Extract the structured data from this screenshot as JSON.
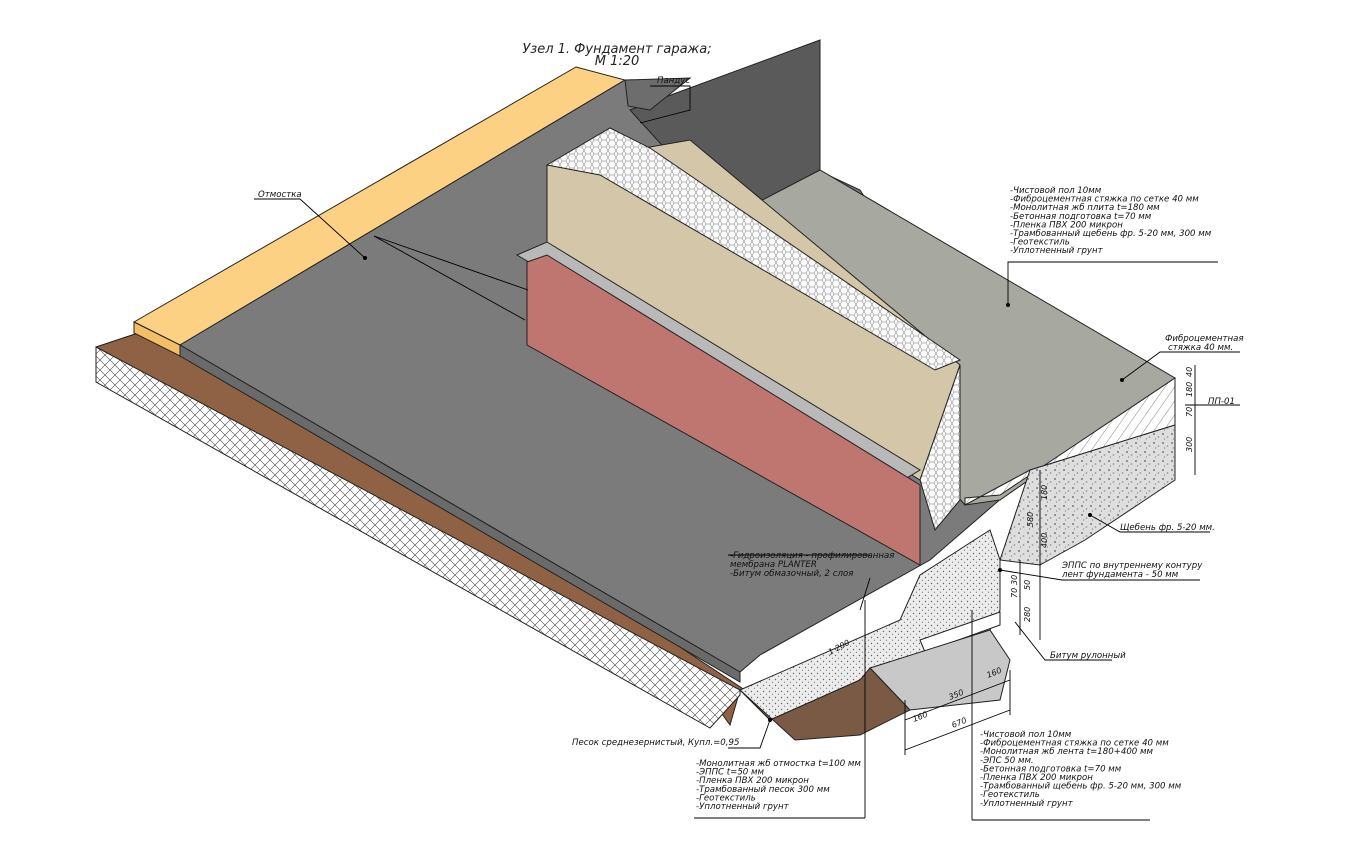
{
  "title": {
    "line1": "Узел 1. Фундамент гаража;",
    "line2": "М 1:20"
  },
  "labels": {
    "ramp": "Пандус",
    "blind_area": "Отмостка",
    "fiber_screed": "Фиброцементная",
    "fiber_screed_2": "стяжка 40 мм.",
    "pp": "ПП-01",
    "gravel": "Щебень фр. 5-20 мм.",
    "xps_1": "ЭППС по внутреннему контуру",
    "xps_2": "лент фундамента - 50 мм",
    "bitumen_roll": "Битум рулонный",
    "sand": "Песок среднезернистый, Купл.=0,95",
    "hydro_1": "-Гидроизоляция - профилированная",
    "hydro_2": "мембрана PLANTER",
    "hydro_3": "-Битум обмазочный, 2 слоя"
  },
  "floor_layers": [
    "-Чистовой пол 10мм",
    "-Фиброцементная стяжка по сетке 40 мм",
    "-Монолитная жб плита t=180 мм",
    "-Бетонная подготовка t=70 мм",
    "-Пленка ПВХ 200 микрон",
    "-Трамбованный щебень фр. 5-20 мм, 300 мм",
    "-Геотекстиль",
    "-Уплотненный грунт"
  ],
  "blind_area_layers": [
    "-Монолитная жб отмостка t=100 мм",
    "-ЭППС t=50 мм",
    "-Пленка ПВХ 200 микрон",
    "-Трамбованный песок 300 мм",
    "-Геотекстиль",
    "-Уплотненный грунт"
  ],
  "strip_layers": [
    "-Чистовой пол 10мм",
    "-Фиброцементная стяжка по сетке 40 мм",
    "-Монолитная жб лента t=180+400 мм",
    "-ЭПС 50 мм.",
    "-Бетонная подготовка t=70 мм",
    "-Пленка ПВХ 200 микрон",
    "-Трамбованный щебень фр. 5-20 мм, 300 мм",
    "-Геотекстиль",
    "-Уплотненный грунт"
  ],
  "dimensions": {
    "d40": "40",
    "d180": "180",
    "d70": "70",
    "d300": "300",
    "d180b": "180",
    "d400": "400",
    "d580": "580",
    "d30": "30",
    "d70b": "70",
    "d50": "50",
    "d280": "280",
    "d160a": "160",
    "d350": "350",
    "d160b": "160",
    "d670": "670",
    "d1200": "1 200"
  },
  "colors": {
    "blind_area": "#7b7b7b",
    "floor_slab": "#a7a89f",
    "sand_strip": "#fdd183",
    "soil": "#8f6245",
    "plinth": "#c07670",
    "wall_face": "#d4c7a9",
    "dark_wall": "#5a5a5a",
    "membrane": "#b9b9b9"
  }
}
